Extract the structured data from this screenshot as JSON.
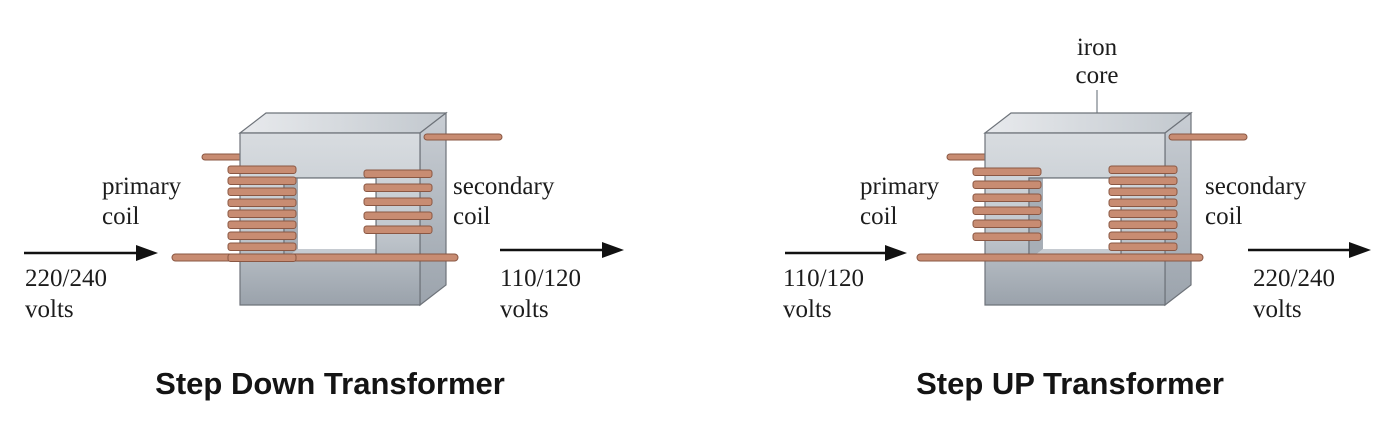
{
  "colors": {
    "title_color": "#141414",
    "text_color": "#1c1c1c",
    "arrow_color": "#111111",
    "leader_color": "#9aa0a6",
    "outline_color": "#6e737a",
    "coil_fill": "#c88c72",
    "coil_stroke": "#8a5743",
    "hole_color": "#ffffff",
    "inner_floor": "#c6cbd1",
    "inner_wall": "#a7aeb6",
    "core_front_light": "#d8dce0",
    "core_front_mid": "#c3c9cf",
    "core_front_dark": "#9aa2ab",
    "core_top_light": "#e8eaed",
    "core_top_dark": "#c2c8ce",
    "core_side_light": "#c9ced4",
    "core_side_dark": "#9ba3ac"
  },
  "step_down": {
    "title": "Step Down Transformer",
    "primary_label": {
      "line1": "primary",
      "line2": "coil"
    },
    "secondary_label": {
      "line1": "secondary",
      "line2": "coil"
    },
    "input": {
      "line1": "220/240",
      "line2": "volts"
    },
    "output": {
      "line1": "110/120",
      "line2": "volts"
    },
    "primary_turns": 9,
    "secondary_turns": 5
  },
  "step_up": {
    "title": "Step UP Transformer",
    "iron_core_label": {
      "line1": "iron",
      "line2": "core"
    },
    "primary_label": {
      "line1": "primary",
      "line2": "coil"
    },
    "secondary_label": {
      "line1": "secondary",
      "line2": "coil"
    },
    "input": {
      "line1": "110/120",
      "line2": "volts"
    },
    "output": {
      "line1": "220/240",
      "line2": "volts"
    },
    "primary_turns": 6,
    "secondary_turns": 8
  }
}
